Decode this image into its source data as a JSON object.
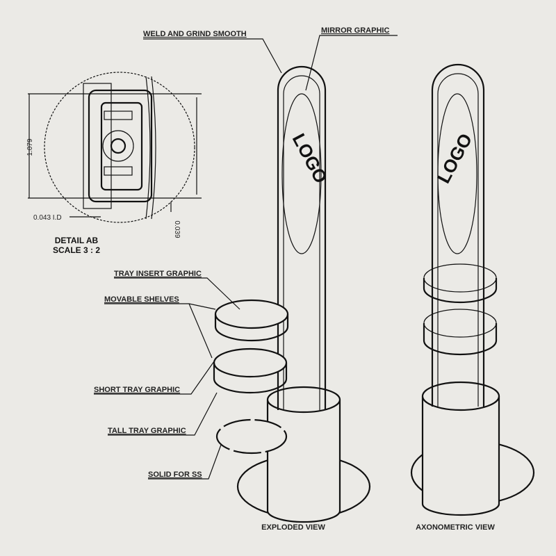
{
  "detail": {
    "title": "DETAIL AB",
    "scale": "SCALE 3 : 2",
    "dim_height": "1.079",
    "dim_id": "0.043 I.D",
    "dim_side": "0.039"
  },
  "callouts": {
    "weld": "WELD AND GRIND SMOOTH",
    "mirror": "MIRROR GRAPHIC",
    "tray_insert": "TRAY INSERT GRAPHIC",
    "movable_shelves": "MOVABLE SHELVES",
    "short_tray": "SHORT TRAY GRAPHIC",
    "tall_tray": "TALL TRAY GRAPHIC",
    "solid": "SOLID FOR SS"
  },
  "views": {
    "exploded": {
      "caption": "EXPLODED VIEW",
      "logo": "LOGO"
    },
    "axonometric": {
      "caption": "AXONOMETRIC VIEW",
      "logo": "LOGO"
    }
  }
}
